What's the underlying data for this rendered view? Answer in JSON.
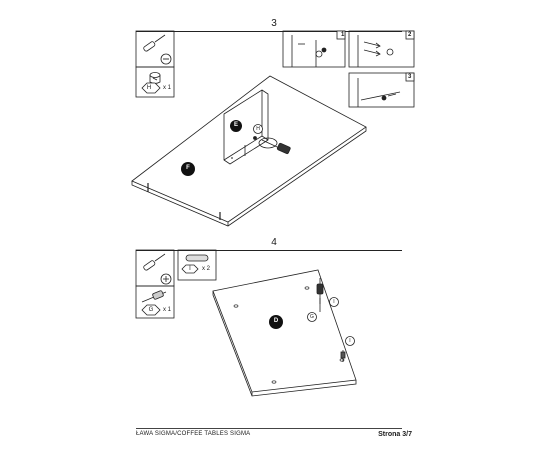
{
  "steps": [
    {
      "number": "3",
      "tool_qty": "",
      "part_h": {
        "code": "H",
        "qty": "x 1"
      },
      "panel_e": {
        "code": "E"
      },
      "panel_f": {
        "code": "F"
      },
      "part_h_callout": "H",
      "details": [
        "1",
        "2",
        "3"
      ]
    },
    {
      "number": "4",
      "part_i": {
        "code": "I",
        "qty": "x 2"
      },
      "part_g": {
        "code": "G",
        "qty": "x 1"
      },
      "panel_d": {
        "code": "D"
      },
      "callout_i_top": "I",
      "callout_g": "G",
      "callout_i_bottom": "I"
    }
  ],
  "footer": {
    "left": "ŁAWA SIGMA/COFFEE TABLES SIGMA",
    "right": "Strona 3/7"
  },
  "icons": {
    "screwdriver": "screwdriver-icon",
    "phillips": "phillips-head-icon",
    "minus": "flat-head-icon",
    "cam_lock": "cam-lock-icon",
    "dowel": "dowel-icon",
    "bolt": "connector-bolt-icon"
  }
}
